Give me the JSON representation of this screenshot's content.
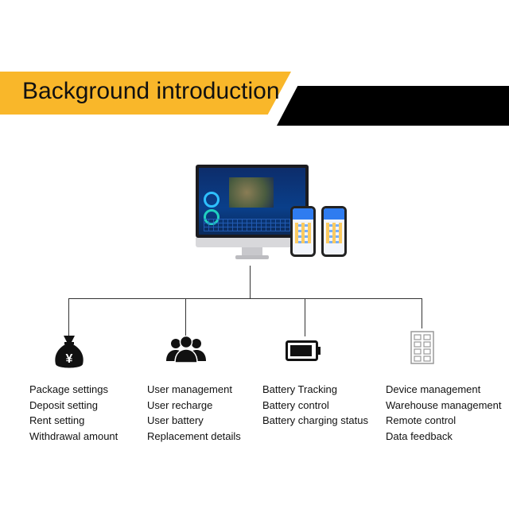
{
  "header": {
    "title": "Background introduction"
  },
  "columns": [
    {
      "icon": "money-bag-icon",
      "items": [
        "Package settings",
        "Deposit setting",
        "Rent setting",
        "Withdrawal amount"
      ]
    },
    {
      "icon": "users-icon",
      "items": [
        "User management",
        "User recharge",
        "User battery",
        "Replacement details"
      ]
    },
    {
      "icon": "battery-icon",
      "items": [
        "Battery Tracking",
        "Battery control",
        "Battery charging status"
      ]
    },
    {
      "icon": "cabinet-icon",
      "items": [
        "Device management",
        "Warehouse management",
        "Remote control",
        "Data feedback"
      ]
    }
  ],
  "colors": {
    "banner_yellow": "#f9b72a",
    "banner_black": "#000000",
    "text": "#111111"
  }
}
